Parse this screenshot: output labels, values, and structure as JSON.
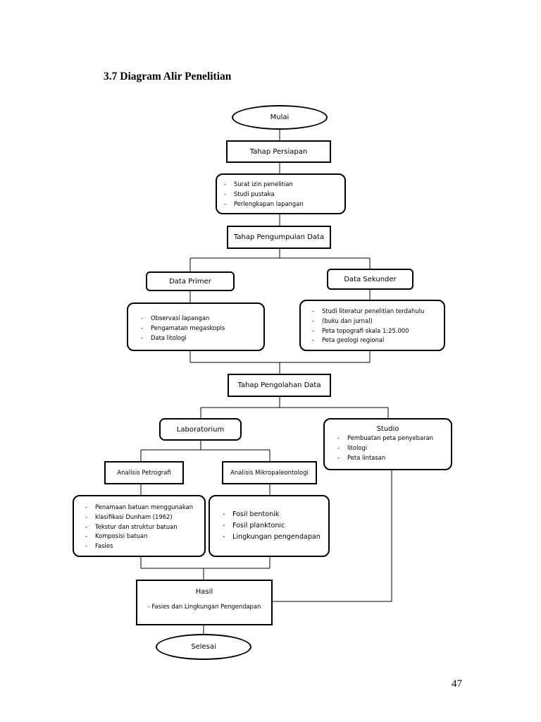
{
  "heading": "3.7 Diagram Alir Penelitian",
  "page_number": "47",
  "flow": {
    "start": "Mulai",
    "persiapan": {
      "title": "Tahap Persiapan",
      "items": [
        "Surat izin penelitian",
        "Studi pustaka",
        "Perlengkapan lapangan"
      ]
    },
    "pengumpulan": "Tahap Pengumpulan Data",
    "primer": {
      "title": "Data Primer",
      "items": [
        "Observasi lapangan",
        "Pengamatan megaskopis",
        "Data litologi"
      ]
    },
    "sekunder": {
      "title": "Data Sekunder",
      "items": [
        "Studi literatur penelitian terdahulu",
        "(buku dan jurnal)",
        "Peta topografi skala 1:25.000",
        "Peta geologi regional"
      ]
    },
    "pengolahan": "Tahap Pengolahan Data",
    "laboratorium": "Laboratorium",
    "studio": {
      "title": "Studio",
      "items": [
        "Pembuatan peta penyebaran",
        "litologi",
        "Peta lintasan"
      ]
    },
    "petrografi": {
      "title": "Analisis Petrografi",
      "items": [
        "Penamaan batuan menggunakan",
        "klasifikasi Dunham (1962)",
        "Tekstur dan struktur batuan",
        "Komposisi batuan",
        "Fasies"
      ]
    },
    "mikropaleontologi": {
      "title": "Analisis Mikropaleontologi",
      "items": [
        "Fosil bentonik",
        "Fosil planktonic",
        "Lingkungan pengendapan"
      ]
    },
    "hasil": {
      "title": "Hasil",
      "detail": "- Fasies dan Lingkungan Pengendapan"
    },
    "end": "Selesai"
  }
}
